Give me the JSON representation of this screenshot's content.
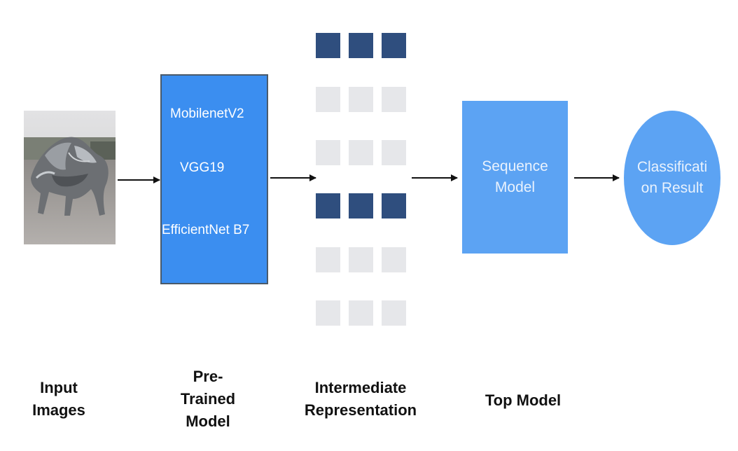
{
  "pretrained_models": [
    "MobilenetV2",
    "VGG19",
    "EfficientNet B7"
  ],
  "sequence_model_label": "Sequence Model",
  "result_label": "Classification Result",
  "captions": {
    "input": "Input\nImages",
    "pretrained": "Pre-\nTrained\nModel",
    "intermediate": "Intermediate\nRepresentation",
    "top_model": "Top Model"
  },
  "representation_rows": [
    "dark",
    "light",
    "light",
    "dark",
    "light",
    "light"
  ],
  "colors": {
    "pretrained_box": "#3b8ef0",
    "sequence_box": "#5ca3f3",
    "result_ellipse": "#5ca3f3",
    "dark_cell": "#2f4e7e",
    "light_cell": "#e6e7ea"
  }
}
